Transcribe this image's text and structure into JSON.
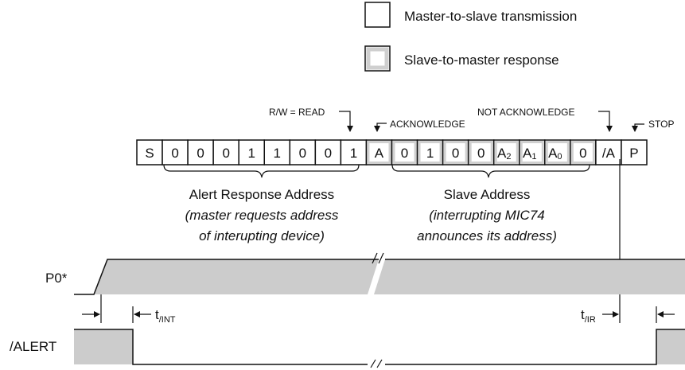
{
  "legend": {
    "master_label": "Master-to-slave transmission",
    "slave_label": "Slave-to-master response"
  },
  "colors": {
    "slave_fill": "#d0d0d0",
    "signal_fill": "#cccccc",
    "line": "#111111"
  },
  "annotations": {
    "rw": "R/W = READ",
    "ack": "ACKNOWLEDGE",
    "nack": "NOT ACKNOWLEDGE",
    "stop": "STOP"
  },
  "frame": {
    "cells": [
      {
        "text": "S",
        "sub": "",
        "slave": false
      },
      {
        "text": "0",
        "sub": "",
        "slave": false
      },
      {
        "text": "0",
        "sub": "",
        "slave": false
      },
      {
        "text": "0",
        "sub": "",
        "slave": false
      },
      {
        "text": "1",
        "sub": "",
        "slave": false
      },
      {
        "text": "1",
        "sub": "",
        "slave": false
      },
      {
        "text": "0",
        "sub": "",
        "slave": false
      },
      {
        "text": "0",
        "sub": "",
        "slave": false
      },
      {
        "text": "1",
        "sub": "",
        "slave": false
      },
      {
        "text": "A",
        "sub": "",
        "slave": true
      },
      {
        "text": "0",
        "sub": "",
        "slave": true
      },
      {
        "text": "1",
        "sub": "",
        "slave": true
      },
      {
        "text": "0",
        "sub": "",
        "slave": true
      },
      {
        "text": "0",
        "sub": "",
        "slave": true
      },
      {
        "text": "A",
        "sub": "2",
        "slave": true
      },
      {
        "text": "A",
        "sub": "1",
        "slave": true
      },
      {
        "text": "A",
        "sub": "0",
        "slave": true
      },
      {
        "text": "0",
        "sub": "",
        "slave": true
      },
      {
        "text": "/A",
        "sub": "",
        "slave": false
      },
      {
        "text": "P",
        "sub": "",
        "slave": false
      }
    ]
  },
  "groups": {
    "left_title": "Alert Response Address",
    "left_line1": "(master requests address",
    "left_line2": "of interupting device)",
    "right_title": "Slave Address",
    "right_line1": "(interrupting MIC74",
    "right_line2": "announces its address)"
  },
  "signals": {
    "p0": "P0*",
    "alert": "/ALERT",
    "t_int_main": "t",
    "t_int_sub": "/INT",
    "t_ir_main": "t",
    "t_ir_sub": "/IR"
  }
}
